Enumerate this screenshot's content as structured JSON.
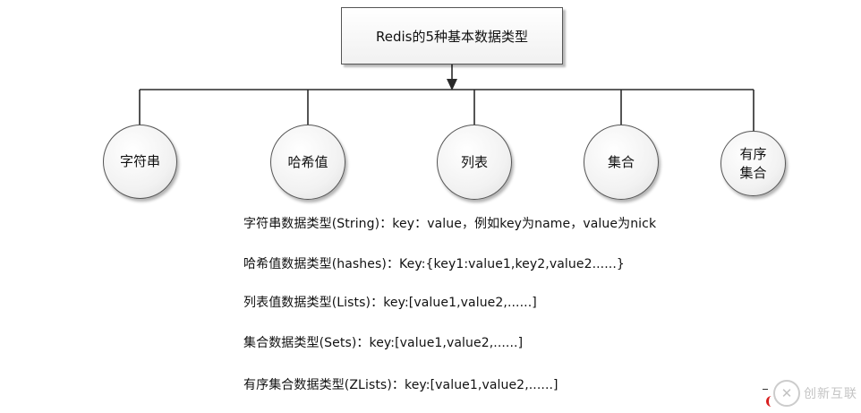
{
  "title": "Redis的5种基本数据类型",
  "nodes": [
    {
      "lines": [
        "字符串"
      ]
    },
    {
      "lines": [
        "哈希值"
      ]
    },
    {
      "lines": [
        "列表"
      ]
    },
    {
      "lines": [
        "集合"
      ]
    },
    {
      "lines": [
        "有序",
        "集合"
      ]
    }
  ],
  "descriptions": [
    "字符串数据类型(String)：key：value，例如key为name，value为nick",
    "哈希值数据类型(hashes)：Key:{key1:value1,key2,value2......}",
    "列表值数据类型(Lists)：key:[value1,value2,......]",
    "集合数据类型(Sets)：key:[value1,value2,......]",
    "有序集合数据类型(ZLists)：key:[value1,value2,......]"
  ],
  "watermark": {
    "text": "创新互联"
  },
  "colors": {
    "line": "#2a2a2a",
    "border": "#555555",
    "watermark_red": "#d81e1e"
  }
}
